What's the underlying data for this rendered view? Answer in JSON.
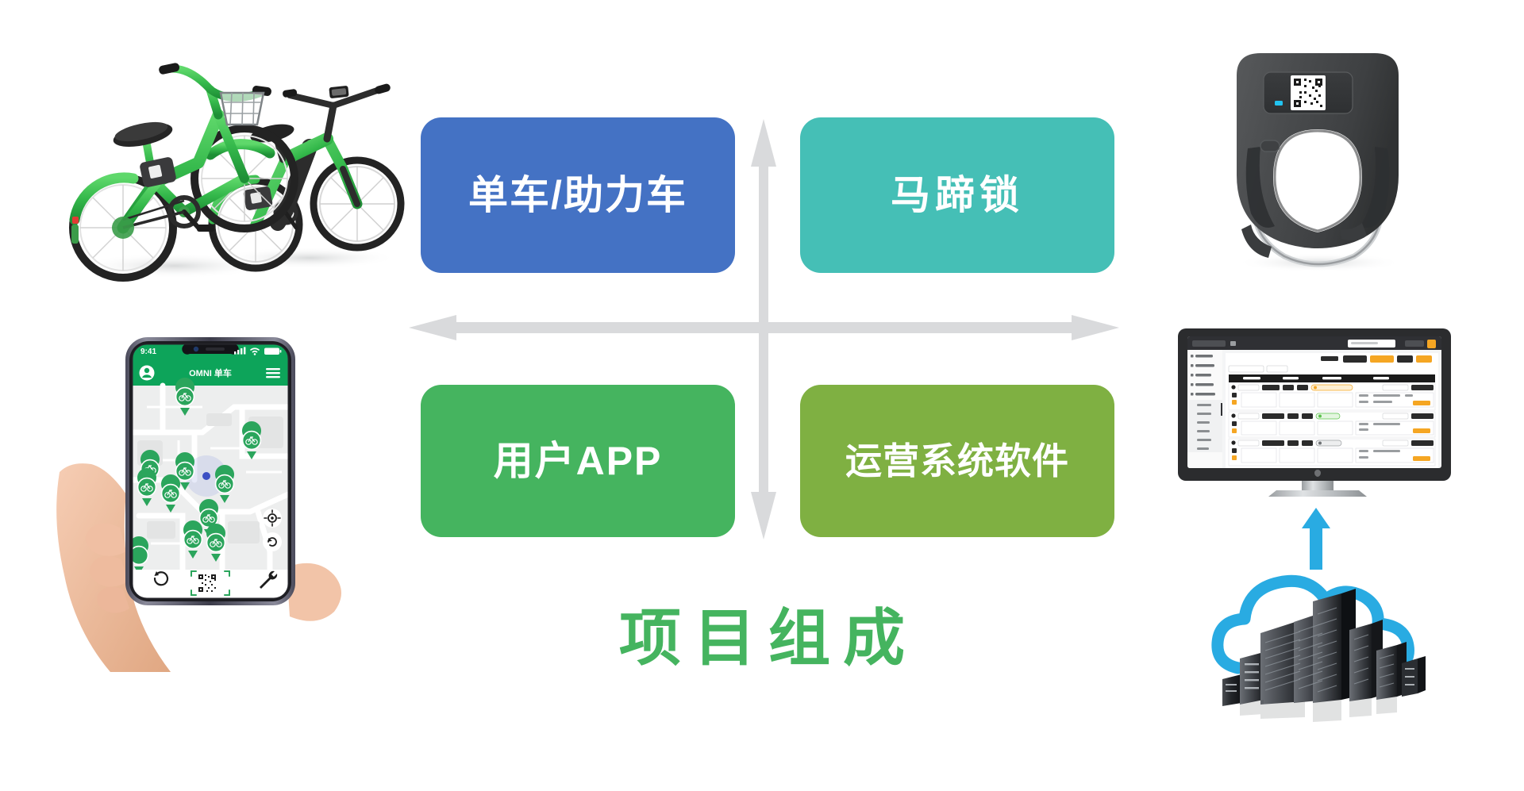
{
  "title": {
    "text": "项目组成",
    "color": "#45B45F"
  },
  "cards": [
    {
      "id": "bike",
      "label": "单车/助力车",
      "color": "#4472C4",
      "quadrant": "top-left"
    },
    {
      "id": "lock",
      "label": "马蹄锁",
      "color": "#45BFB6",
      "quadrant": "top-right"
    },
    {
      "id": "app",
      "label": "用户APP",
      "color": "#45B45F",
      "quadrant": "bottom-left"
    },
    {
      "id": "ops",
      "label": "运营系统软件",
      "color": "#7FB042",
      "quadrant": "bottom-right"
    }
  ],
  "arrows": {
    "color": "#D9DADC",
    "vertical": "double-headed-vertical-arrow",
    "horizontal": "double-headed-horizontal-arrow"
  },
  "photos": {
    "bicycles": {
      "name": "shared-bicycle-and-e-bike-photo",
      "frame_color": "#3FBF4F",
      "count": 2
    },
    "smart_lock": {
      "name": "horseshoe-smart-lock-photo",
      "body_color": "#4A4C4E",
      "led_color": "#22C3F0",
      "has_qr_code": true
    },
    "cloud_servers": {
      "name": "cloud-server-racks-graphic",
      "cloud_color": "#29ABE2",
      "arrow_color": "#29ABE2"
    }
  },
  "phone": {
    "name": "user-app-phone-mockup",
    "status_bar": {
      "time": "9:41",
      "signal_icon": "signal-bars-icon",
      "wifi_icon": "wifi-icon",
      "battery_icon": "battery-icon"
    },
    "app_bar": {
      "title": "OMNI 单车",
      "avatar_icon": "user-avatar-icon",
      "menu_icon": "hamburger-menu-icon",
      "color": "#0DA45A"
    },
    "map": {
      "background": "#EDEEEE",
      "road_color": "#FFFFFF",
      "pin_color": "#2BA55C",
      "pin_icon": "bicycle-pin-icon",
      "pin_count": 12,
      "user_location_icon": "user-location-dot"
    },
    "map_controls": [
      {
        "name": "locate-me-button",
        "icon": "crosshair-icon"
      },
      {
        "name": "refresh-map-button",
        "icon": "refresh-circle-icon"
      }
    ],
    "bottom_bar": [
      {
        "name": "history-button",
        "icon": "refresh-cw-icon"
      },
      {
        "name": "scan-qr-button",
        "icon": "qr-scan-icon"
      },
      {
        "name": "report-issue-button",
        "icon": "wrench-icon"
      }
    ]
  },
  "monitor": {
    "name": "operations-dashboard-monitor",
    "bezel_color": "#2B2C2E",
    "screen_background": "#F4F5F6",
    "dashboard": {
      "header_color": "#2F3034",
      "logo_label": "",
      "search_placeholder": "",
      "accent_color": "#F5A623",
      "table_header_color": "#1A1A1A",
      "sidebar_items": 6,
      "table_rows": 3,
      "status_badges": [
        "#F5A623",
        "#5BC24C",
        "#8C8C8C"
      ]
    },
    "apple_logo": ""
  }
}
